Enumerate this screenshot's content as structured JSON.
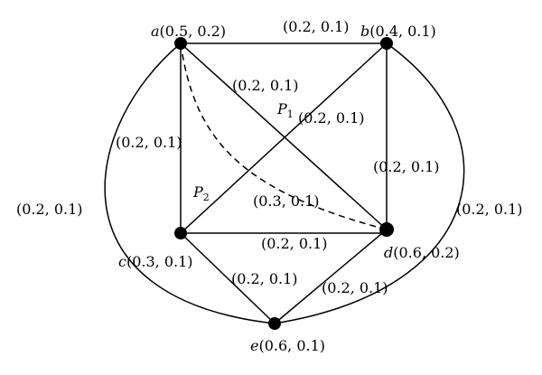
{
  "nodes": {
    "a": {
      "letter": "a",
      "value": "(0.5, 0.2)"
    },
    "b": {
      "letter": "b",
      "value": "(0.4, 0.1)"
    },
    "c": {
      "letter": "c",
      "value": "(0.3, 0.1)"
    },
    "d": {
      "letter": "d",
      "value": "(0.6, 0.2)"
    },
    "e": {
      "letter": "e",
      "value": "(0.6, 0.1)"
    }
  },
  "edge_labels": {
    "ab": "(0.2, 0.1)",
    "ad": "(0.2, 0.1)",
    "bc": "(0.2, 0.1)",
    "ac": "(0.2, 0.1)",
    "bd": "(0.2, 0.1)",
    "ae": "(0.2, 0.1)",
    "be": "(0.2, 0.1)",
    "cd": "(0.2, 0.1)",
    "ce": "(0.2, 0.1)",
    "de": "(0.2, 0.1)",
    "dashed": "(0.3, 0.1)"
  },
  "paths": {
    "p1": {
      "letter": "P",
      "sub": "1"
    },
    "p2": {
      "letter": "P",
      "sub": "2"
    }
  }
}
